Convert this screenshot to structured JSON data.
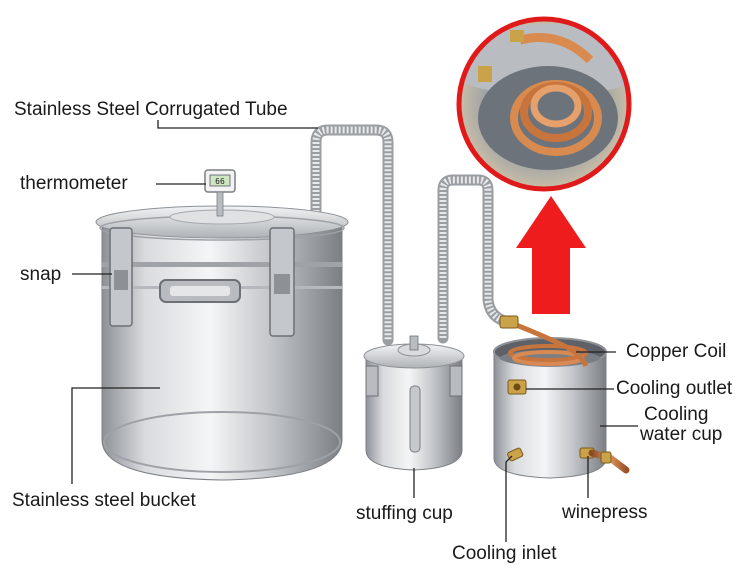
{
  "labels": {
    "corrugated_tube": "Stainless Steel Corrugated Tube",
    "thermometer": "thermometer",
    "snap": "snap",
    "bucket": "Stainless steel bucket",
    "stuffing_cup": "stuffing cup",
    "cooling_inlet": "Cooling inlet",
    "winepress": "winepress",
    "copper_coil": "Copper Coil",
    "cooling_outlet": "Cooling outlet",
    "cooling_water_cup_line1": "Cooling",
    "cooling_water_cup_line2": "water cup"
  },
  "thermometer_readout": "66",
  "colors": {
    "steel": "#c9ccd0",
    "copper": "#c8743d",
    "arrow": "#ee1c1c",
    "leader": "#222222"
  }
}
